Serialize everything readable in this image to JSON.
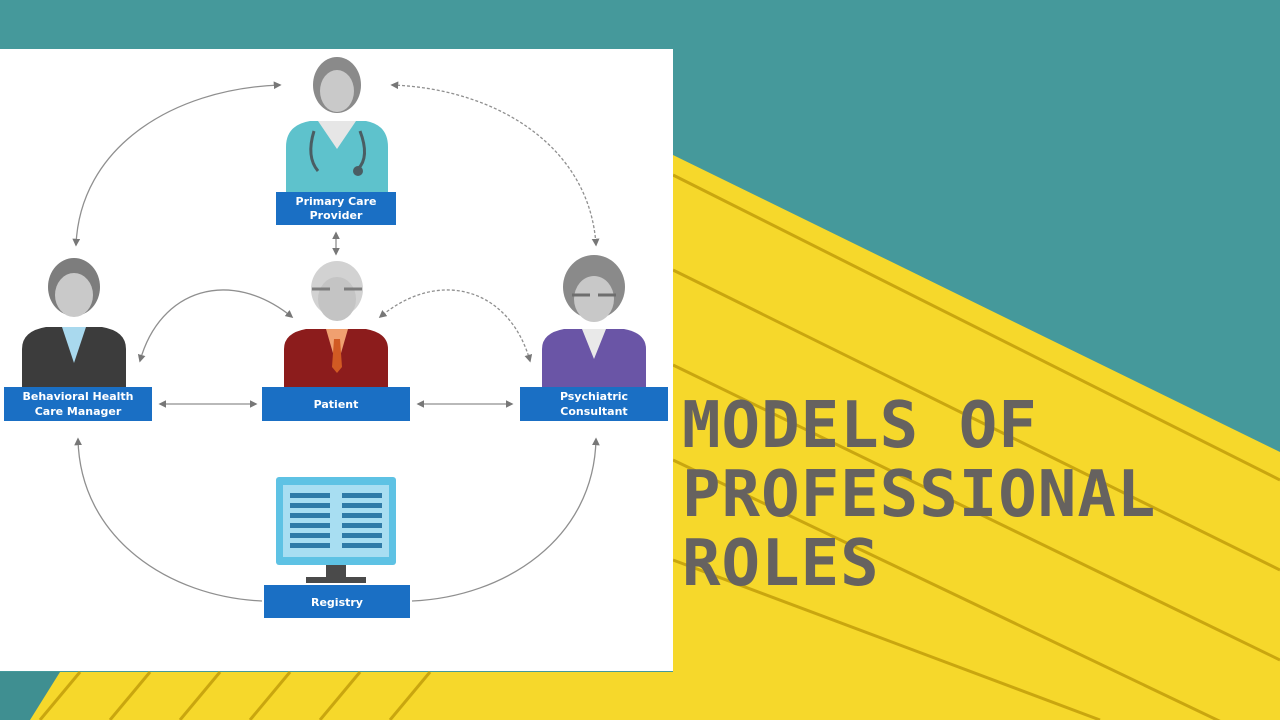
{
  "slide": {
    "title_lines": [
      "MODELS OF",
      "PROFESSIONAL",
      "ROLES"
    ]
  },
  "diagram": {
    "nodes": {
      "primary_care_provider": {
        "line1": "Primary Care",
        "line2": "Provider",
        "icon": "doctor-icon"
      },
      "behavioral_health_care_manager": {
        "line1": "Behavioral Health",
        "line2": "Care Manager",
        "icon": "man-in-suit-icon"
      },
      "patient": {
        "line1": "Patient",
        "line2": "",
        "icon": "elderly-man-icon"
      },
      "psychiatric_consultant": {
        "line1": "Psychiatric",
        "line2": "Consultant",
        "icon": "elderly-woman-icon"
      },
      "registry": {
        "line1": "Registry",
        "line2": "",
        "icon": "computer-monitor-icon"
      }
    },
    "label_color": "#1a6fc4"
  },
  "colors": {
    "teal_background": "#45999b",
    "yellow_stripes": "#f7db2c",
    "title_text": "#66625f"
  }
}
